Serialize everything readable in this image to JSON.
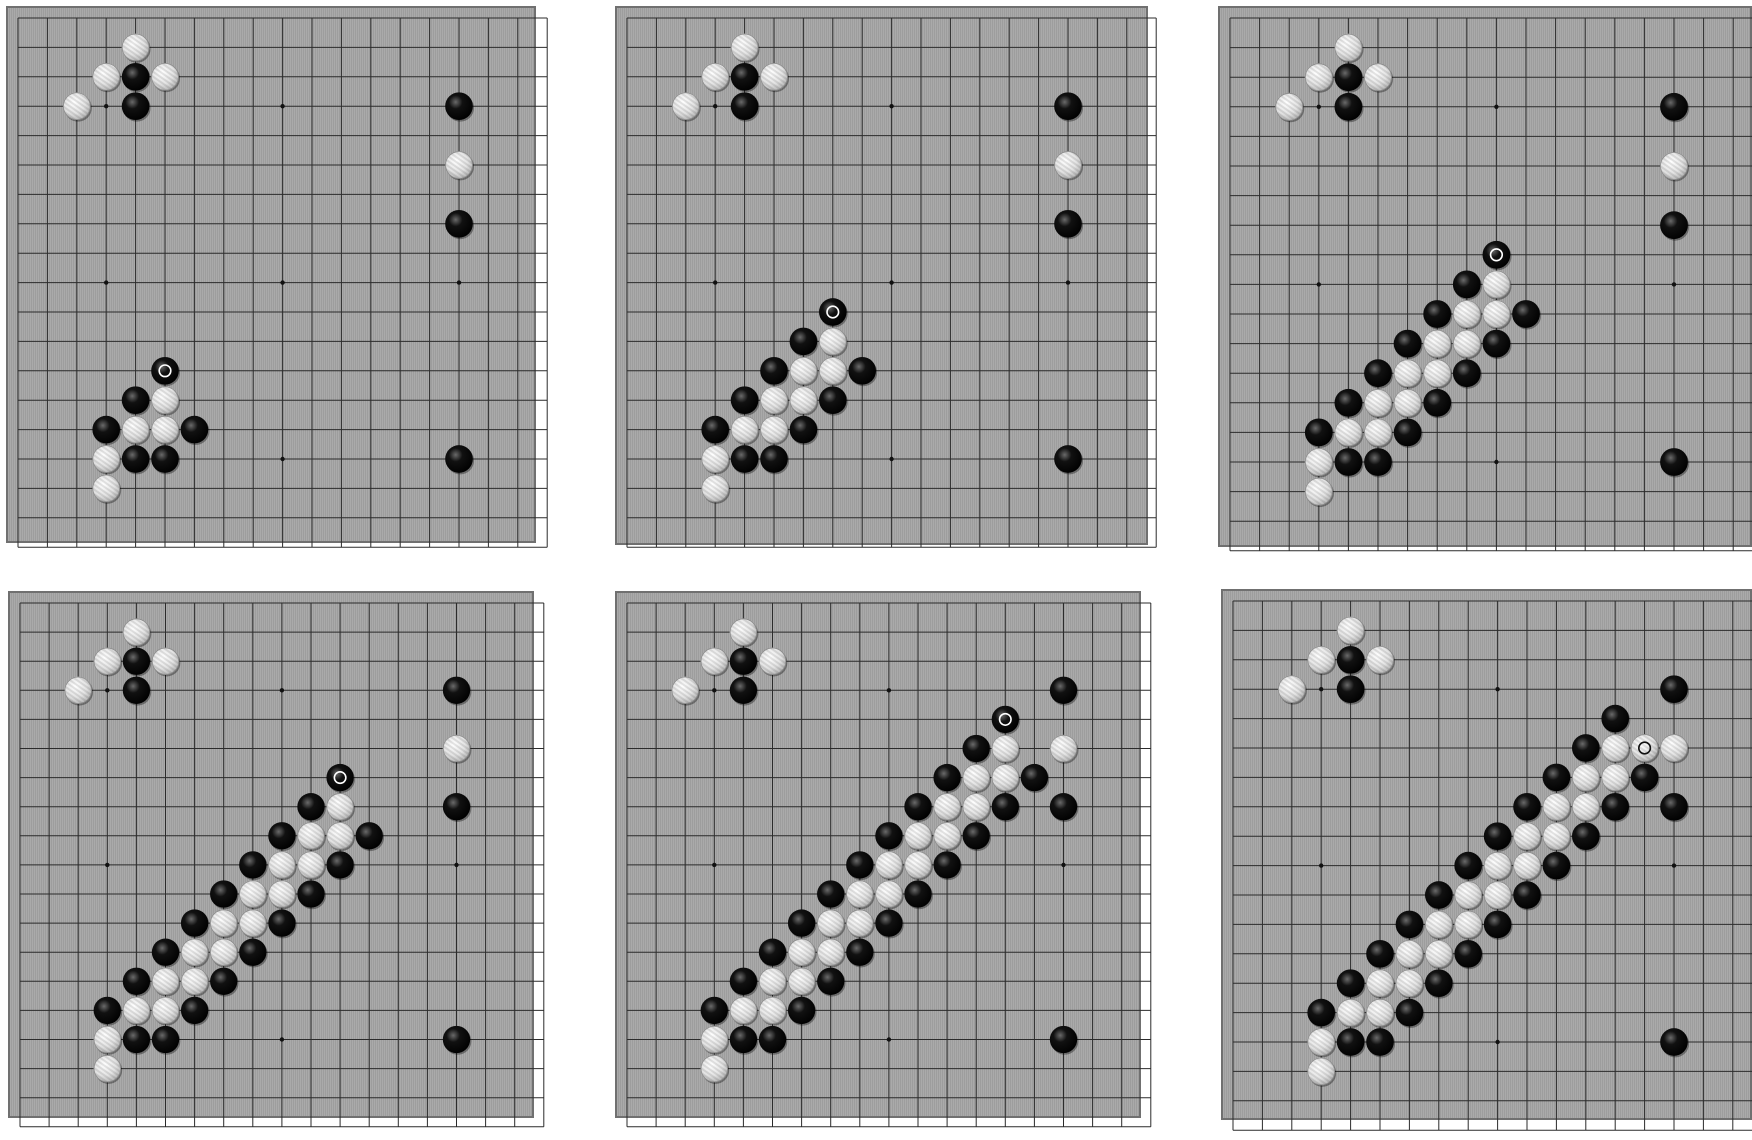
{
  "board_size": 19,
  "colors": {
    "board": "#a5a5a5",
    "grid": "#2b2b2b",
    "black_stone": "#111111",
    "white_stone": "#e2e2e2",
    "last_move_marker": "#ffffff"
  },
  "icons": {
    "black": "black-stone-icon",
    "white": "white-stone-icon",
    "last_move": "last-move-marker-icon"
  },
  "boards": [
    {
      "name": "board-1",
      "last_move": [
        5,
        12
      ],
      "stones": {
        "black": [
          [
            4,
            2
          ],
          [
            4,
            3
          ],
          [
            15,
            3
          ],
          [
            15,
            7
          ],
          [
            4,
            13
          ],
          [
            3,
            14
          ],
          [
            6,
            14
          ],
          [
            4,
            15
          ],
          [
            5,
            15
          ],
          [
            15,
            15
          ],
          [
            5,
            12
          ]
        ],
        "white": [
          [
            4,
            1
          ],
          [
            3,
            2
          ],
          [
            5,
            2
          ],
          [
            2,
            3
          ],
          [
            15,
            5
          ],
          [
            5,
            13
          ],
          [
            4,
            14
          ],
          [
            5,
            14
          ],
          [
            3,
            15
          ],
          [
            3,
            16
          ]
        ]
      }
    },
    {
      "name": "board-2",
      "last_move": [
        7,
        10
      ],
      "stones": {
        "black": [
          [
            4,
            2
          ],
          [
            4,
            3
          ],
          [
            15,
            3
          ],
          [
            15,
            7
          ],
          [
            6,
            11
          ],
          [
            5,
            12
          ],
          [
            8,
            12
          ],
          [
            4,
            13
          ],
          [
            7,
            13
          ],
          [
            3,
            14
          ],
          [
            6,
            14
          ],
          [
            4,
            15
          ],
          [
            5,
            15
          ],
          [
            15,
            15
          ],
          [
            7,
            10
          ]
        ],
        "white": [
          [
            4,
            1
          ],
          [
            3,
            2
          ],
          [
            5,
            2
          ],
          [
            2,
            3
          ],
          [
            15,
            5
          ],
          [
            7,
            11
          ],
          [
            6,
            12
          ],
          [
            7,
            12
          ],
          [
            5,
            13
          ],
          [
            6,
            13
          ],
          [
            4,
            14
          ],
          [
            5,
            14
          ],
          [
            3,
            15
          ],
          [
            3,
            16
          ]
        ]
      }
    },
    {
      "name": "board-3",
      "last_move": [
        9,
        8
      ],
      "stones": {
        "black": [
          [
            4,
            2
          ],
          [
            4,
            3
          ],
          [
            15,
            3
          ],
          [
            15,
            7
          ],
          [
            8,
            9
          ],
          [
            7,
            10
          ],
          [
            10,
            10
          ],
          [
            6,
            11
          ],
          [
            9,
            11
          ],
          [
            5,
            12
          ],
          [
            8,
            12
          ],
          [
            4,
            13
          ],
          [
            7,
            13
          ],
          [
            3,
            14
          ],
          [
            6,
            14
          ],
          [
            4,
            15
          ],
          [
            5,
            15
          ],
          [
            15,
            15
          ],
          [
            9,
            8
          ]
        ],
        "white": [
          [
            4,
            1
          ],
          [
            3,
            2
          ],
          [
            5,
            2
          ],
          [
            2,
            3
          ],
          [
            15,
            5
          ],
          [
            9,
            9
          ],
          [
            8,
            10
          ],
          [
            9,
            10
          ],
          [
            7,
            11
          ],
          [
            8,
            11
          ],
          [
            6,
            12
          ],
          [
            7,
            12
          ],
          [
            5,
            13
          ],
          [
            6,
            13
          ],
          [
            4,
            14
          ],
          [
            5,
            14
          ],
          [
            3,
            15
          ],
          [
            3,
            16
          ]
        ]
      }
    },
    {
      "name": "board-4",
      "last_move": [
        11,
        6
      ],
      "stones": {
        "black": [
          [
            4,
            2
          ],
          [
            4,
            3
          ],
          [
            15,
            3
          ],
          [
            15,
            7
          ],
          [
            10,
            7
          ],
          [
            9,
            8
          ],
          [
            12,
            8
          ],
          [
            8,
            9
          ],
          [
            11,
            9
          ],
          [
            7,
            10
          ],
          [
            10,
            10
          ],
          [
            6,
            11
          ],
          [
            9,
            11
          ],
          [
            5,
            12
          ],
          [
            8,
            12
          ],
          [
            4,
            13
          ],
          [
            7,
            13
          ],
          [
            3,
            14
          ],
          [
            6,
            14
          ],
          [
            4,
            15
          ],
          [
            5,
            15
          ],
          [
            15,
            15
          ],
          [
            11,
            6
          ]
        ],
        "white": [
          [
            4,
            1
          ],
          [
            3,
            2
          ],
          [
            5,
            2
          ],
          [
            2,
            3
          ],
          [
            15,
            5
          ],
          [
            11,
            7
          ],
          [
            10,
            8
          ],
          [
            11,
            8
          ],
          [
            9,
            9
          ],
          [
            10,
            9
          ],
          [
            8,
            10
          ],
          [
            9,
            10
          ],
          [
            7,
            11
          ],
          [
            8,
            11
          ],
          [
            6,
            12
          ],
          [
            7,
            12
          ],
          [
            5,
            13
          ],
          [
            6,
            13
          ],
          [
            4,
            14
          ],
          [
            5,
            14
          ],
          [
            3,
            15
          ],
          [
            3,
            16
          ]
        ]
      }
    },
    {
      "name": "board-5",
      "last_move": [
        13,
        4
      ],
      "stones": {
        "black": [
          [
            4,
            2
          ],
          [
            4,
            3
          ],
          [
            15,
            3
          ],
          [
            15,
            7
          ],
          [
            12,
            5
          ],
          [
            11,
            6
          ],
          [
            14,
            6
          ],
          [
            10,
            7
          ],
          [
            13,
            7
          ],
          [
            9,
            8
          ],
          [
            12,
            8
          ],
          [
            8,
            9
          ],
          [
            11,
            9
          ],
          [
            7,
            10
          ],
          [
            10,
            10
          ],
          [
            6,
            11
          ],
          [
            9,
            11
          ],
          [
            5,
            12
          ],
          [
            8,
            12
          ],
          [
            4,
            13
          ],
          [
            7,
            13
          ],
          [
            3,
            14
          ],
          [
            6,
            14
          ],
          [
            4,
            15
          ],
          [
            5,
            15
          ],
          [
            15,
            15
          ],
          [
            13,
            4
          ]
        ],
        "white": [
          [
            4,
            1
          ],
          [
            3,
            2
          ],
          [
            5,
            2
          ],
          [
            2,
            3
          ],
          [
            15,
            5
          ],
          [
            13,
            5
          ],
          [
            12,
            6
          ],
          [
            13,
            6
          ],
          [
            11,
            7
          ],
          [
            12,
            7
          ],
          [
            10,
            8
          ],
          [
            11,
            8
          ],
          [
            9,
            9
          ],
          [
            10,
            9
          ],
          [
            8,
            10
          ],
          [
            9,
            10
          ],
          [
            7,
            11
          ],
          [
            8,
            11
          ],
          [
            6,
            12
          ],
          [
            7,
            12
          ],
          [
            5,
            13
          ],
          [
            6,
            13
          ],
          [
            4,
            14
          ],
          [
            5,
            14
          ],
          [
            3,
            15
          ],
          [
            3,
            16
          ]
        ]
      }
    },
    {
      "name": "board-6",
      "last_move": [
        14,
        5
      ],
      "stones": {
        "black": [
          [
            4,
            2
          ],
          [
            4,
            3
          ],
          [
            15,
            3
          ],
          [
            15,
            7
          ],
          [
            13,
            4
          ],
          [
            12,
            5
          ],
          [
            11,
            6
          ],
          [
            14,
            6
          ],
          [
            10,
            7
          ],
          [
            13,
            7
          ],
          [
            9,
            8
          ],
          [
            12,
            8
          ],
          [
            8,
            9
          ],
          [
            11,
            9
          ],
          [
            7,
            10
          ],
          [
            10,
            10
          ],
          [
            6,
            11
          ],
          [
            9,
            11
          ],
          [
            5,
            12
          ],
          [
            8,
            12
          ],
          [
            4,
            13
          ],
          [
            7,
            13
          ],
          [
            3,
            14
          ],
          [
            6,
            14
          ],
          [
            4,
            15
          ],
          [
            5,
            15
          ],
          [
            15,
            15
          ]
        ],
        "white": [
          [
            4,
            1
          ],
          [
            3,
            2
          ],
          [
            5,
            2
          ],
          [
            2,
            3
          ],
          [
            15,
            5
          ],
          [
            14,
            5
          ],
          [
            13,
            5
          ],
          [
            12,
            6
          ],
          [
            13,
            6
          ],
          [
            11,
            7
          ],
          [
            12,
            7
          ],
          [
            10,
            8
          ],
          [
            11,
            8
          ],
          [
            9,
            9
          ],
          [
            10,
            9
          ],
          [
            8,
            10
          ],
          [
            9,
            10
          ],
          [
            7,
            11
          ],
          [
            8,
            11
          ],
          [
            6,
            12
          ],
          [
            7,
            12
          ],
          [
            5,
            13
          ],
          [
            6,
            13
          ],
          [
            4,
            14
          ],
          [
            5,
            14
          ],
          [
            3,
            15
          ],
          [
            3,
            16
          ]
        ]
      }
    }
  ]
}
